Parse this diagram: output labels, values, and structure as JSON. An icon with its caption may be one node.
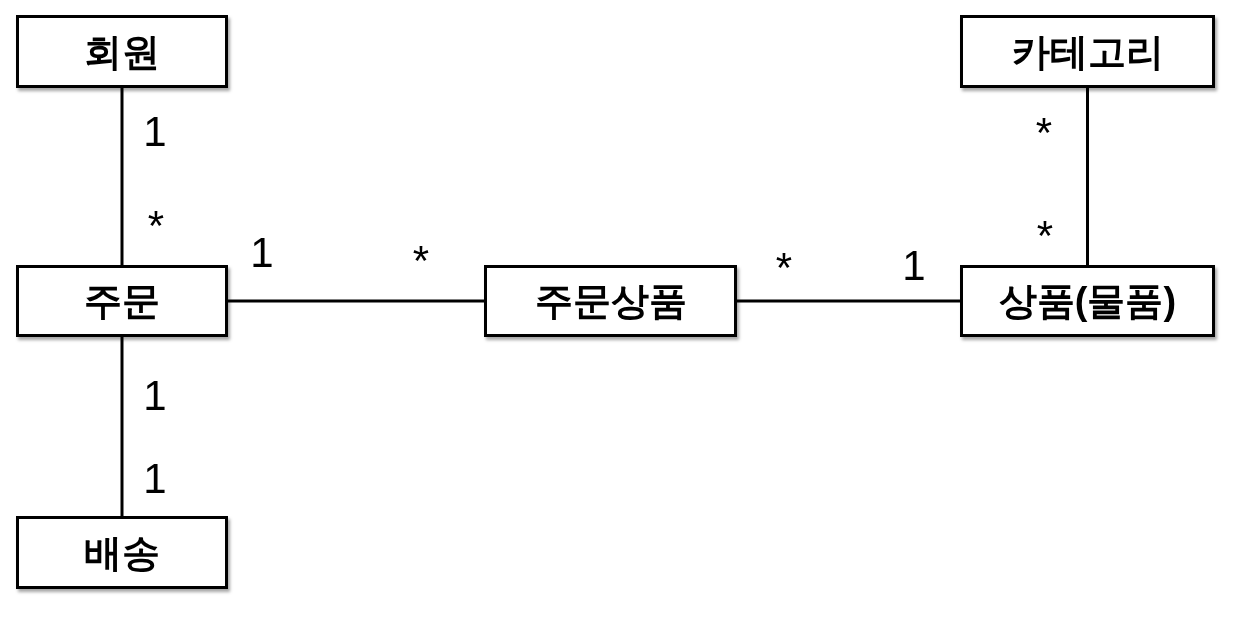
{
  "diagram": {
    "nodes": [
      {
        "text": [
          "회원"
        ]
      },
      {
        "text": [
          "카테고리"
        ]
      },
      {
        "text": [
          "주문"
        ]
      },
      {
        "text": [
          "주문상품"
        ]
      },
      {
        "text": [
          "상품(물품)"
        ]
      },
      {
        "text": [
          "배송"
        ]
      }
    ],
    "edges": [
      {
        "from": 0,
        "to": 2,
        "arrow": "none"
      },
      {
        "from": 1,
        "to": 4,
        "arrow": "none"
      },
      {
        "from": 2,
        "to": 3,
        "arrow": "none"
      },
      {
        "from": 3,
        "to": 4,
        "arrow": "none"
      },
      {
        "from": 2,
        "to": 5,
        "arrow": "none"
      }
    ],
    "labels": [
      "1",
      "*",
      "*",
      "*",
      "1",
      "*",
      "*",
      "1",
      "1",
      "1"
    ]
  }
}
